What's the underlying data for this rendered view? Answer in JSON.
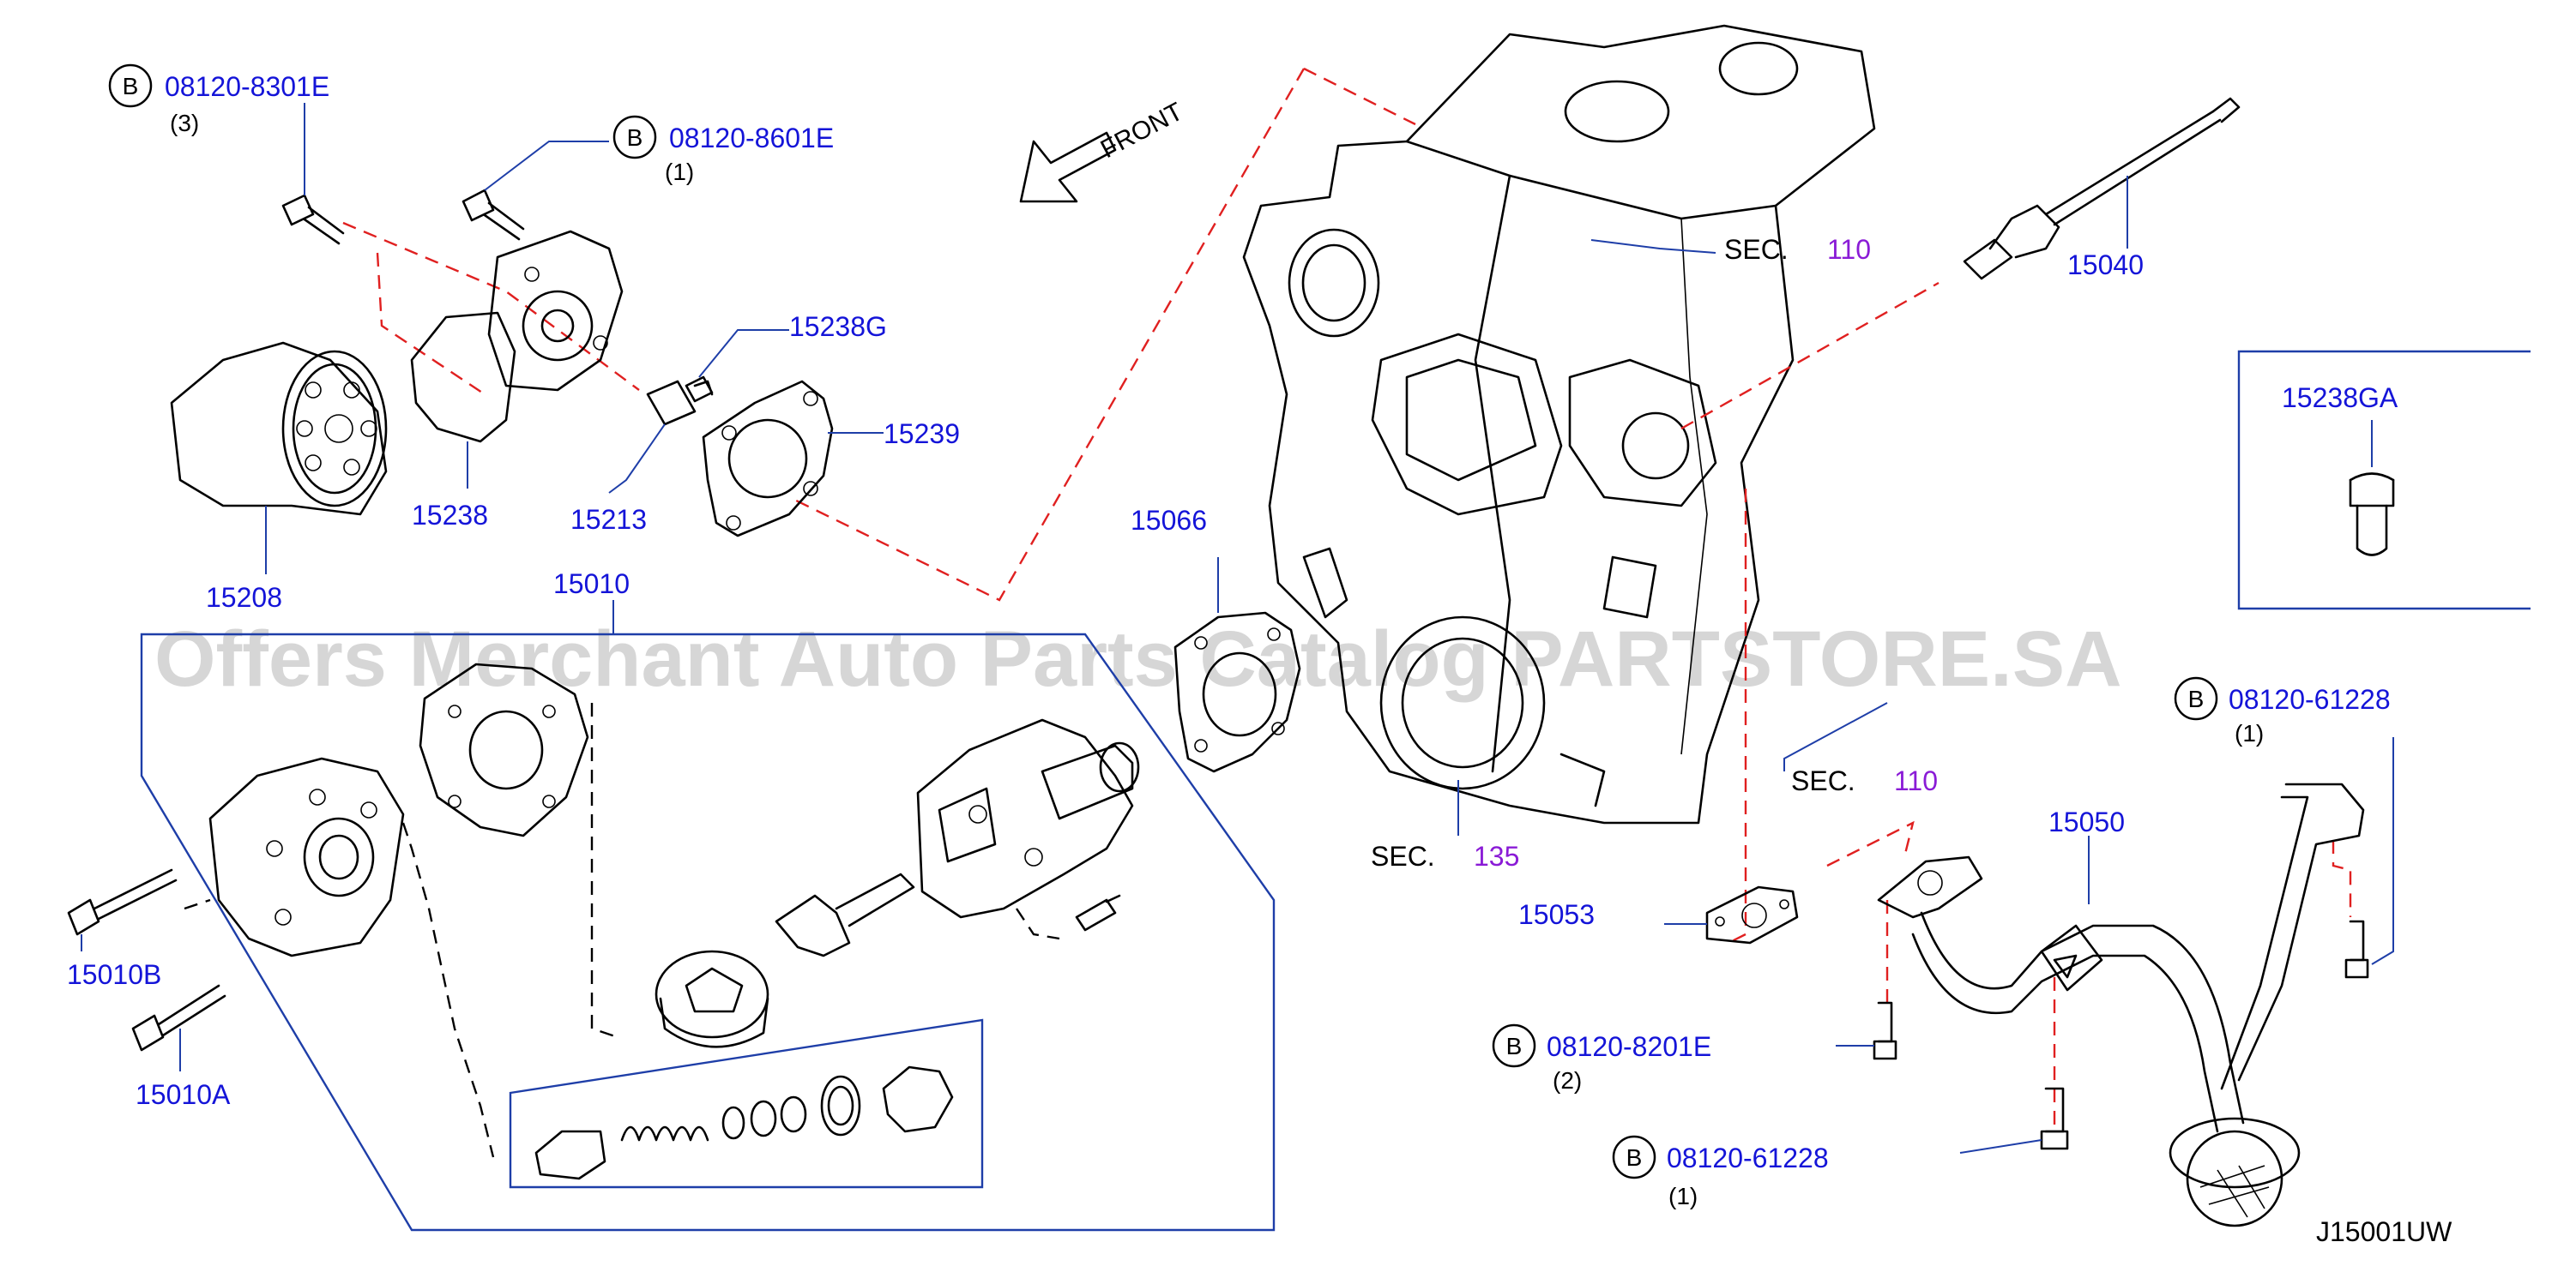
{
  "diagram_code": "J15001UW",
  "watermark": "Offers Merchant Auto Parts Catalog PARTSTORE.SA",
  "front_label": "FRONT",
  "bolt_symbol": "B",
  "sec_word": "SEC.",
  "sections": [
    {
      "number": "110"
    },
    {
      "number": "110"
    },
    {
      "number": "135"
    }
  ],
  "parts": [
    {
      "number": "08120-8301E",
      "qty": "(3)"
    },
    {
      "number": "08120-8601E",
      "qty": "(1)"
    },
    {
      "number": "15238G"
    },
    {
      "number": "15239"
    },
    {
      "number": "15238"
    },
    {
      "number": "15213"
    },
    {
      "number": "15208"
    },
    {
      "number": "15010"
    },
    {
      "number": "15010B"
    },
    {
      "number": "15010A"
    },
    {
      "number": "15066"
    },
    {
      "number": "15040"
    },
    {
      "number": "15238GA"
    },
    {
      "number": "08120-61228",
      "qty": "(1)"
    },
    {
      "number": "15050"
    },
    {
      "number": "15053"
    },
    {
      "number": "08120-8201E",
      "qty": "(2)"
    },
    {
      "number": "08120-61228",
      "qty": "(1)"
    }
  ]
}
